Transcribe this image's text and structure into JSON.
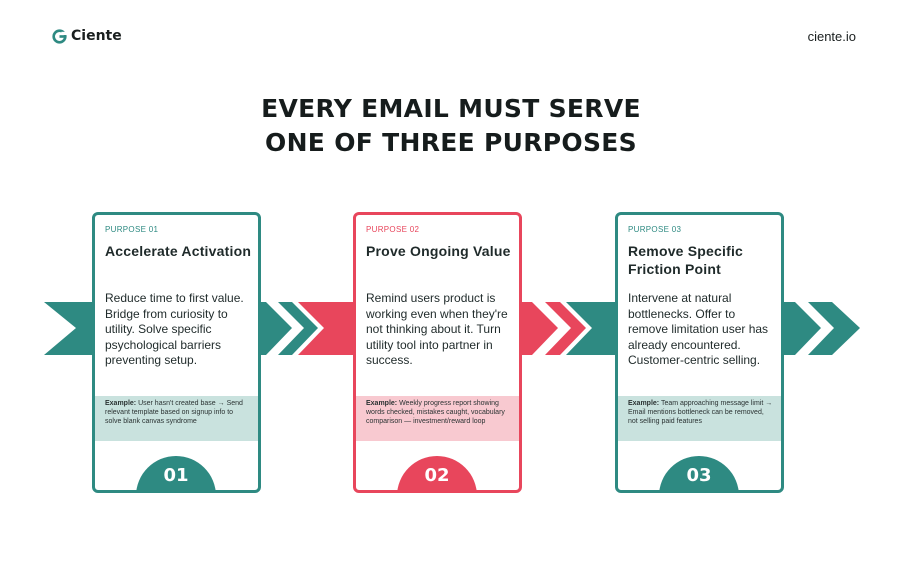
{
  "header": {
    "brand": "Ciente",
    "site": "ciente.io"
  },
  "title": {
    "line1": "EVERY EMAIL MUST SERVE",
    "line2": "ONE OF THREE PURPOSES"
  },
  "colors": {
    "teal": "#2e8a82",
    "red": "#e8465c",
    "teal_light": "#c9e2de",
    "red_light": "#f8c9d0"
  },
  "cards": [
    {
      "label": "PURPOSE 01",
      "title": "Accelerate Activation",
      "body": "Reduce time to first value. Bridge from curiosity to utility. Solve specific psychological barriers preventing setup.",
      "example_label": "Example:",
      "example_text": "User hasn't created base → Send relevant template based on signup info to solve blank canvas syndrome",
      "number": "01"
    },
    {
      "label": "PURPOSE 02",
      "title": "Prove Ongoing Value",
      "body": "Remind users product is working even when they're not thinking about it. Turn utility tool into partner in success.",
      "example_label": "Example:",
      "example_text": "Weekly progress report showing words checked, mistakes caught, vocabulary comparison — investment/reward loop",
      "number": "02"
    },
    {
      "label": "PURPOSE 03",
      "title": "Remove Specific Friction Point",
      "body": "Intervene at natural bottlenecks. Offer to remove limitation user has already encountered. Customer-centric selling.",
      "example_label": "Example:",
      "example_text": "Team approaching message limit → Email mentions bottleneck can be removed, not selling paid features",
      "number": "03"
    }
  ]
}
